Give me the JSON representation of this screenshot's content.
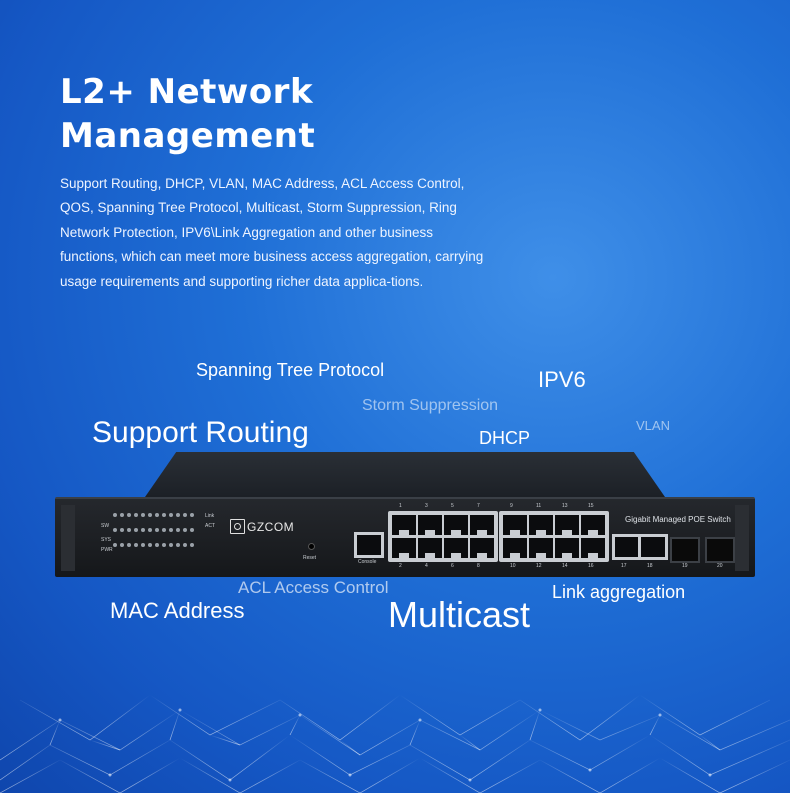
{
  "heading": "L2+ Network Management",
  "description": "Support Routing, DHCP, VLAN, MAC Address, ACL Access Control, QOS, Spanning Tree Protocol, Multicast, Storm Suppression, Ring Network Protection, IPV6\\Link Aggregation and other business functions, which can meet more business access aggregation, carrying usage requirements and supporting richer data applica-tions.",
  "keywords": {
    "spanning_tree": "Spanning Tree Protocol",
    "ipv6": "IPV6",
    "storm": "Storm Suppression",
    "vlan": "VLAN",
    "support_routing": "Support Routing",
    "dhcp": "DHCP",
    "acl": "ACL Access Control",
    "link_aggregation": "Link aggregation",
    "mac": "MAC Address",
    "multicast": "Multicast"
  },
  "device": {
    "brand": "GZCOM",
    "model_label": "Gigabit Managed POE Switch",
    "console_label": "Console",
    "reset_label": "Reset",
    "port_numbers_top_a": [
      "1",
      "3",
      "5",
      "7"
    ],
    "port_numbers_bottom_a": [
      "2",
      "4",
      "6",
      "8"
    ],
    "port_numbers_top_b": [
      "9",
      "11",
      "13",
      "15"
    ],
    "port_numbers_bottom_b": [
      "10",
      "12",
      "14",
      "16"
    ],
    "uplink_numbers": [
      "17",
      "18",
      "19",
      "20"
    ],
    "led_labels": [
      "Link",
      "ACT",
      "SW",
      "SYS",
      "PWR"
    ]
  },
  "colors": {
    "background": "#1f6fd6",
    "text": "#ffffff"
  }
}
